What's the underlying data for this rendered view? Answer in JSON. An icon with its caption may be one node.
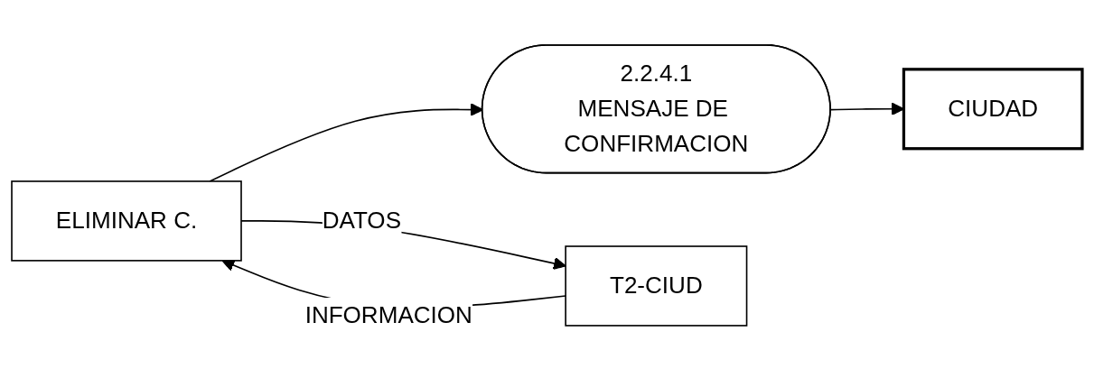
{
  "diagram": {
    "nodes": [
      {
        "text": [
          "ELIMINAR C."
        ]
      },
      {
        "text": [
          "2.2.4.1",
          "MENSAJE DE CONFIRMACION"
        ]
      },
      {
        "text": [
          "CIUDAD"
        ]
      },
      {
        "text": [
          "T2-CIUD"
        ]
      }
    ],
    "edges": [
      {
        "from": 0,
        "to": 1,
        "arrow": "to"
      },
      {
        "from": 1,
        "to": 2,
        "arrow": "to"
      },
      {
        "from": 0,
        "to": 3,
        "arrow": "to",
        "label": "DATOS"
      },
      {
        "from": 3,
        "to": 0,
        "arrow": "to",
        "label": "INFORMACION"
      }
    ]
  }
}
